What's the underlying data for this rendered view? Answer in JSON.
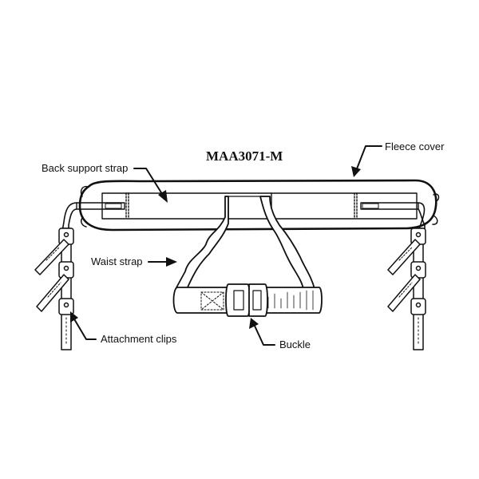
{
  "diagram": {
    "title": "MAA3071-M",
    "labels": {
      "back_support_strap": "Back support strap",
      "fleece_cover": "Fleece cover",
      "waist_strap": "Waist strap",
      "attachment_clips": "Attachment clips",
      "buckle": "Buckle"
    },
    "colors": {
      "line": "#111111",
      "background": "#ffffff"
    }
  }
}
